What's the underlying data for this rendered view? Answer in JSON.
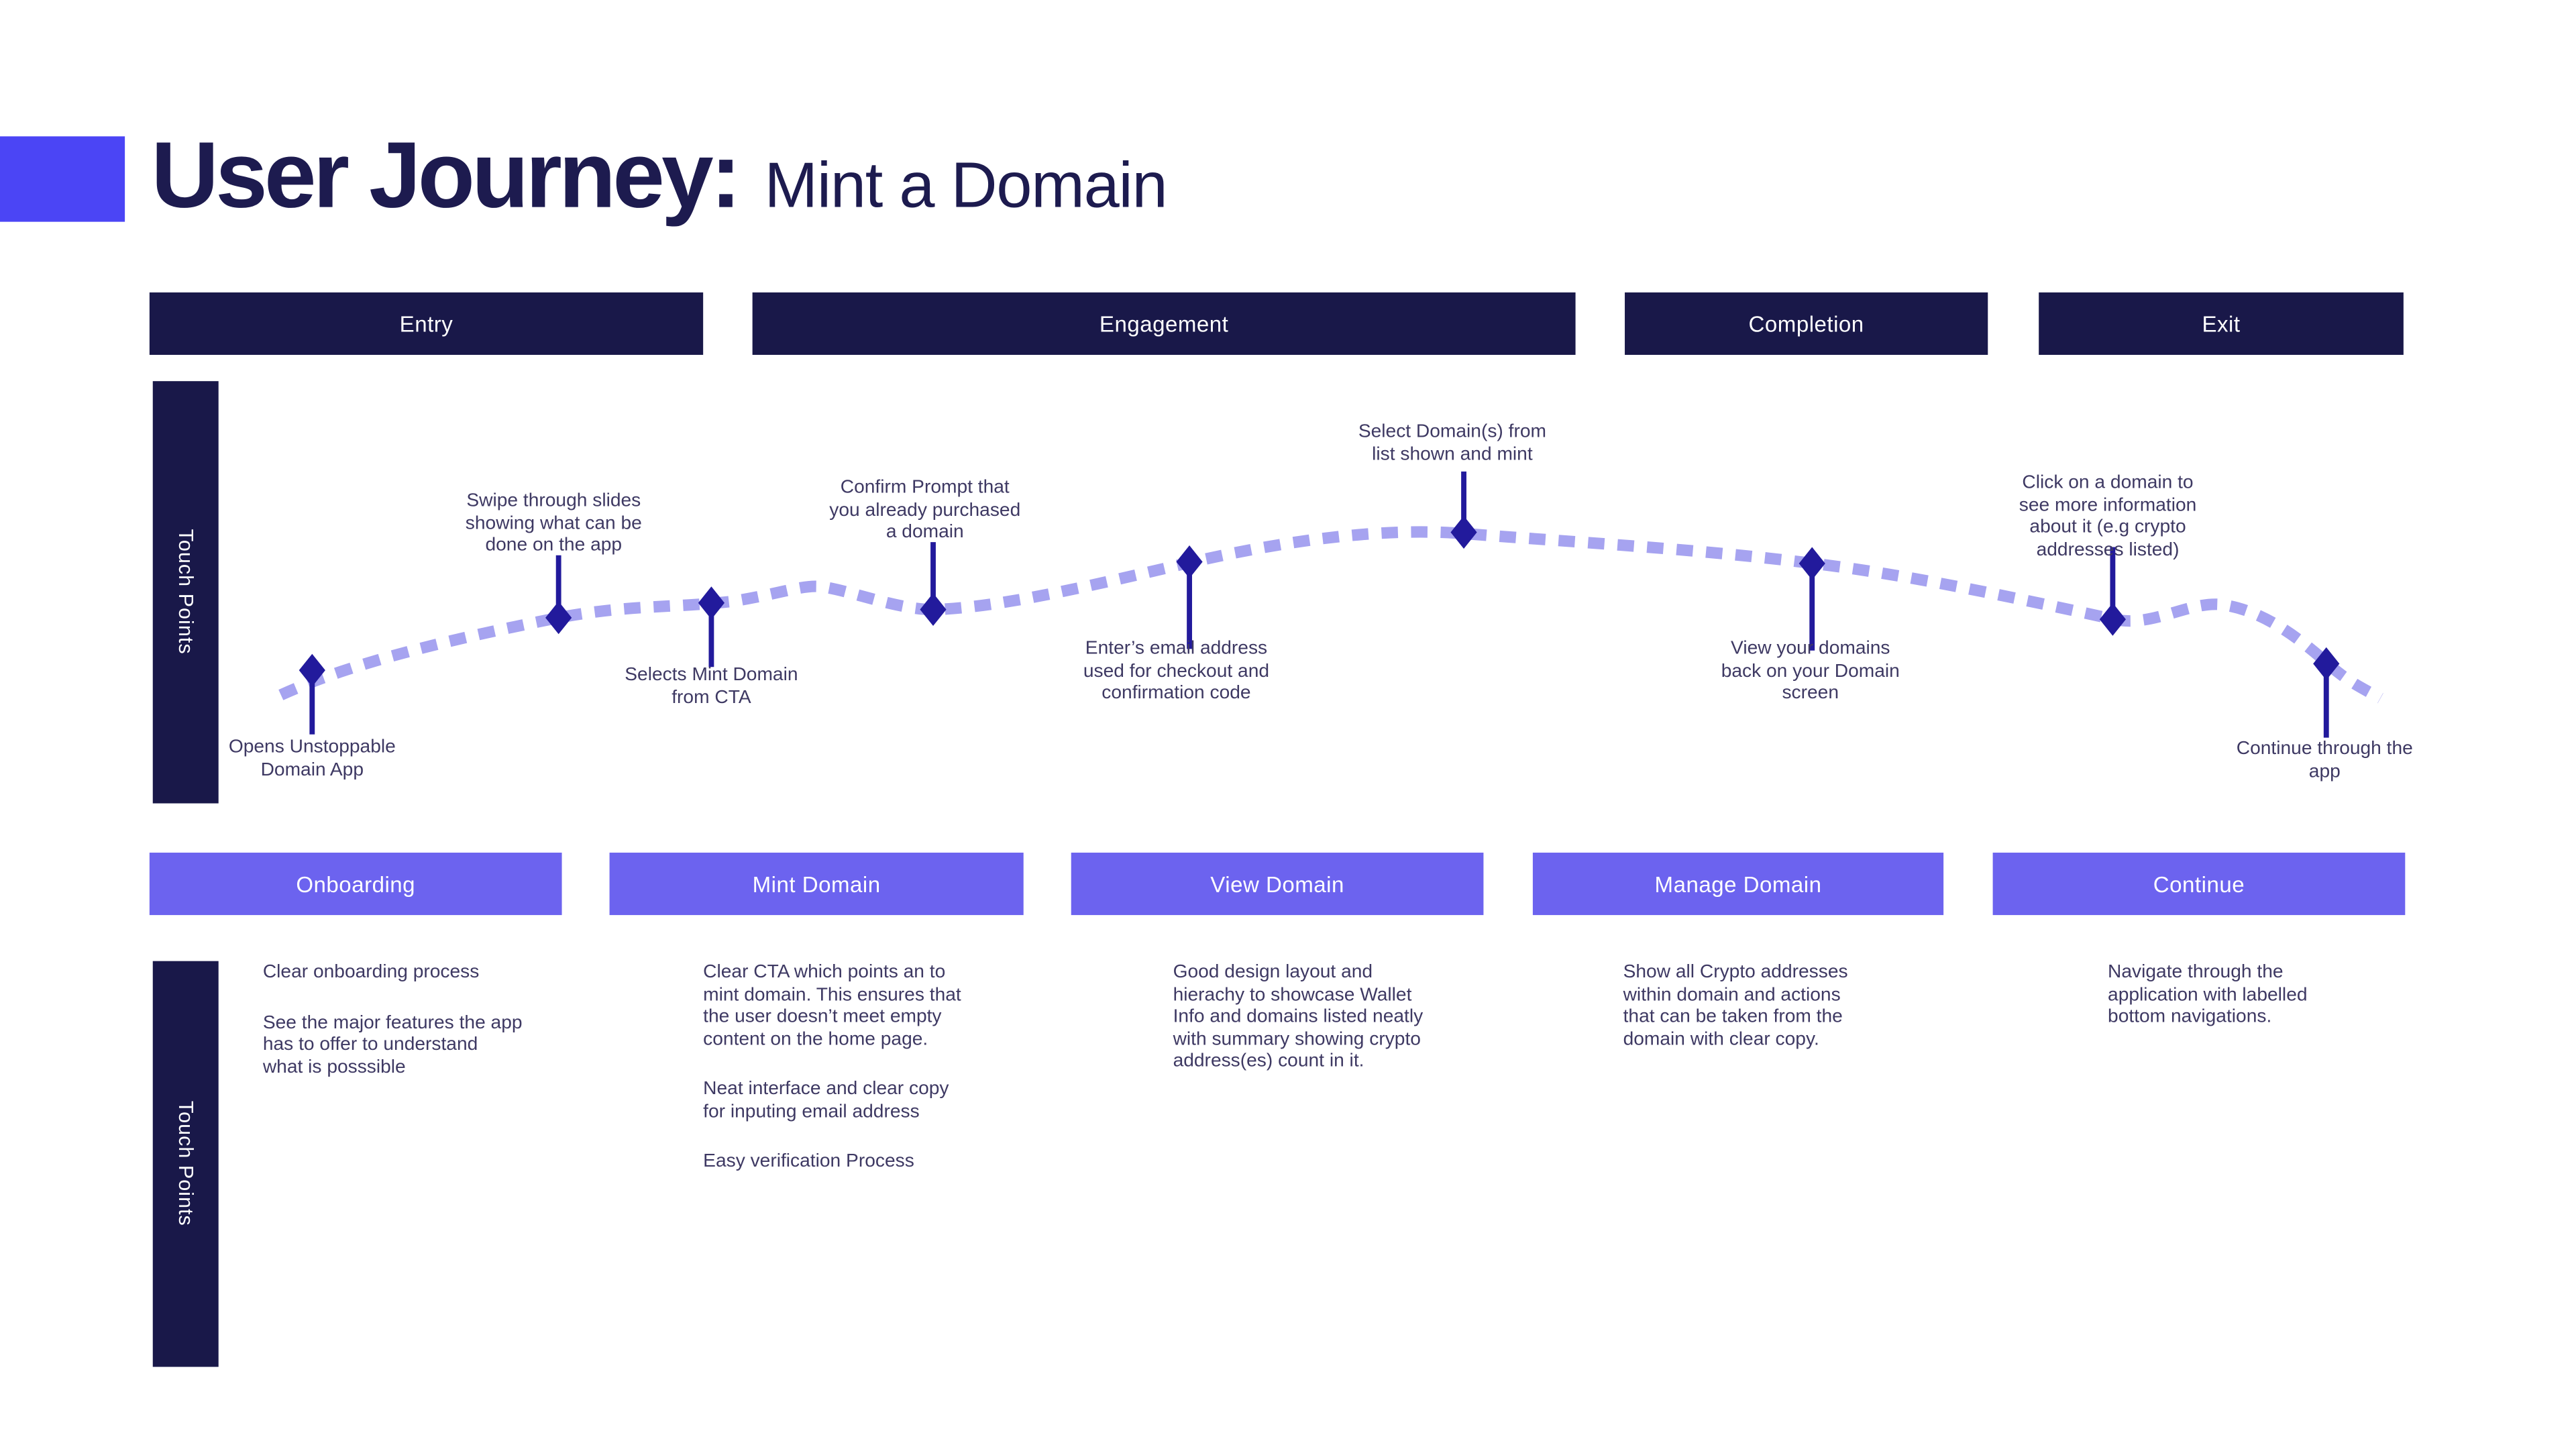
{
  "title": {
    "bold": "User Journey:",
    "regular": "Mint a Domain"
  },
  "side_label_top": "Touch Points",
  "side_label_bottom": "Touch Points",
  "phases": [
    {
      "label": "Entry"
    },
    {
      "label": "Engagement"
    },
    {
      "label": "Completion"
    },
    {
      "label": "Exit"
    }
  ],
  "touchpoints": [
    {
      "label": "Opens Unstoppable\nDomain App",
      "position": "below"
    },
    {
      "label": "Swipe through slides\nshowing what can be\ndone on the app",
      "position": "above"
    },
    {
      "label": "Selects Mint Domain\nfrom CTA",
      "position": "below"
    },
    {
      "label": "Confirm Prompt that\nyou already purchased\na domain",
      "position": "above"
    },
    {
      "label": "Enter’s email address\nused for checkout and\nconfirmation code",
      "position": "below"
    },
    {
      "label": "Select Domain(s) from\nlist shown and mint",
      "position": "above"
    },
    {
      "label": "View your domains\nback on your Domain\nscreen",
      "position": "below"
    },
    {
      "label": "Click on a domain to\nsee more information\nabout it (e.g crypto\naddresses listed)",
      "position": "above"
    },
    {
      "label": "Continue through the\napp",
      "position": "below"
    }
  ],
  "sections": [
    {
      "label": "Onboarding"
    },
    {
      "label": "Mint Domain"
    },
    {
      "label": "View Domain"
    },
    {
      "label": "Manage Domain"
    },
    {
      "label": "Continue"
    }
  ],
  "notes": [
    {
      "items": [
        "Clear onboarding process",
        "See the major features the app\nhas to offer to understand\nwhat is posssible"
      ]
    },
    {
      "items": [
        "Clear CTA which points an to\nmint domain. This ensures that\nthe user doesn’t meet empty\ncontent on the home page.",
        "Neat interface and clear copy\nfor inputing email address",
        "Easy verification Process"
      ]
    },
    {
      "items": [
        "Good design layout and\nhierachy to showcase  Wallet\nInfo and domains listed neatly\nwith summary showing crypto\naddress(es) count in it."
      ]
    },
    {
      "items": [
        "Show all Crypto addresses\nwithin domain and actions\nthat can be taken from the\ndomain with clear copy."
      ]
    },
    {
      "items": [
        "Navigate through the\napplication with labelled\nbottom navigations."
      ]
    }
  ],
  "colors": {
    "navy": "#191849",
    "title": "#1d1b4f",
    "purple": "#6c63ef",
    "accent": "#4b45f5",
    "dash": "#a6a3f0",
    "marker": "#221a9c",
    "text": "#3e3963"
  }
}
